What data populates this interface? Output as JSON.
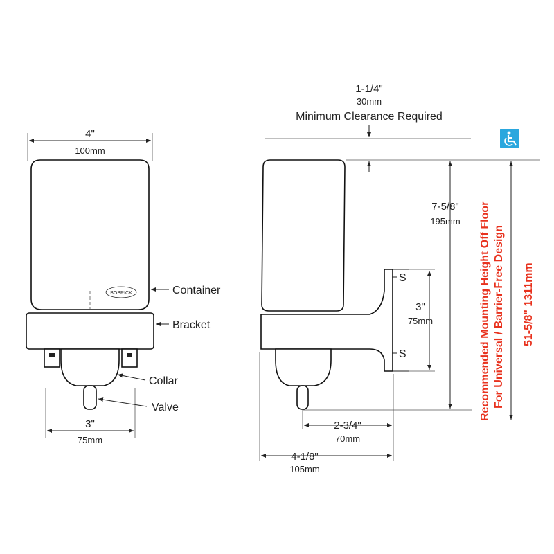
{
  "front_view": {
    "width_in": "4\"",
    "width_mm": "100mm",
    "valve_in": "3\"",
    "valve_mm": "75mm",
    "brand": "BOBRICK",
    "labels": {
      "container": "Container",
      "bracket": "Bracket",
      "collar": "Collar",
      "valve": "Valve"
    }
  },
  "side_view": {
    "clearance_in": "1-1/4\"",
    "clearance_mm": "30mm",
    "clearance_text": "Minimum Clearance Required",
    "height_in": "7-5/8\"",
    "height_mm": "195mm",
    "screw_spacing_in": "3\"",
    "screw_spacing_mm": "75mm",
    "screw_mark": "S",
    "projection_valve_in": "2-3/4\"",
    "projection_valve_mm": "70mm",
    "projection_total_in": "4-1/8\"",
    "projection_total_mm": "105mm",
    "mounting_line1": "Recommended Mounting Height Off Floor",
    "mounting_line2": "For Universal / Barrier-Free Design",
    "mounting_height": "51-5/8\"   1311mm"
  },
  "colors": {
    "accent_red": "#e8321e",
    "accessibility_blue": "#2aa7de"
  },
  "icons": {
    "accessibility": "wheelchair-icon"
  }
}
